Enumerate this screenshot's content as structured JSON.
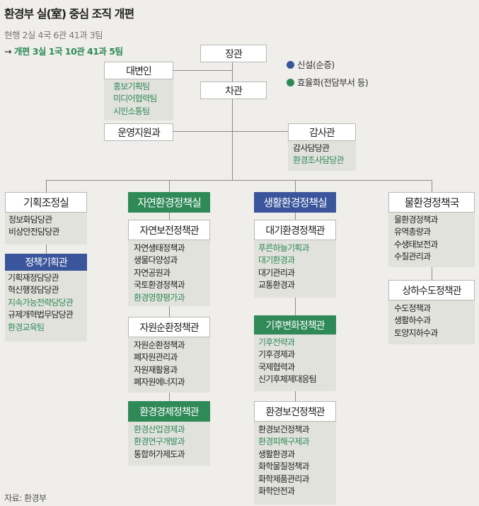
{
  "header": {
    "title": "환경부 실(室) 중심 조직 개편",
    "current": "현행 2실 4국 6관 41과 3팀",
    "arrow": "→",
    "reform": "개편 3실 1국 10관 41과 5팀"
  },
  "legend": [
    {
      "label": "신설(순증)",
      "color": "#3a559c"
    },
    {
      "label": "효율화(전담부서 등)",
      "color": "#2f8a57"
    }
  ],
  "top": {
    "minister": "장관",
    "vice_minister": "차관",
    "spokesperson": {
      "title": "대변인",
      "items": [
        "홍보기획팀",
        "미디어협력팀",
        "시민소통팀"
      ]
    },
    "operations": "운영지원과",
    "audit": {
      "title": "감사관",
      "items": [
        "감사담당관",
        "환경조사담당관"
      ]
    }
  },
  "columns": [
    {
      "units": [
        {
          "title": "기획조정실",
          "style": "plain",
          "items": [
            "정보화담당관",
            "비상안전담당관"
          ]
        },
        {
          "title": "정책기획관",
          "style": "blue",
          "items": [
            "기획재정담당관",
            "혁신행정담당관",
            "지속가능전략담당관",
            "규제개혁법무담당관",
            "환경교육팀"
          ]
        }
      ]
    },
    {
      "header": {
        "title": "자연환경정책실",
        "style": "green"
      },
      "units": [
        {
          "title": "자연보전정책관",
          "style": "plain",
          "items": [
            "자연생태정책과",
            "생물다양성과",
            "자연공원과",
            "국토환경정책과",
            "환경영향평가과"
          ]
        },
        {
          "title": "자원순환정책관",
          "style": "plain",
          "items": [
            "자원순환정책과",
            "폐자원관리과",
            "자원재활용과",
            "폐자원에너지과"
          ]
        },
        {
          "title": "환경경제정책관",
          "style": "green",
          "items": [
            "환경산업경제과",
            "환경연구개발과",
            "통합허가제도과"
          ]
        }
      ]
    },
    {
      "header": {
        "title": "생활환경정책실",
        "style": "blue"
      },
      "units": [
        {
          "title": "대기환경정책관",
          "style": "plain",
          "items": [
            "푸른하늘기획과",
            "대기환경과",
            "대기관리과",
            "교통환경과"
          ]
        },
        {
          "title": "기후변화정책관",
          "style": "green",
          "items": [
            "기후전략과",
            "기후경제과",
            "국제협력과",
            "신기후체제대응팀"
          ]
        },
        {
          "title": "환경보건정책관",
          "style": "plain",
          "items": [
            "환경보건정책과",
            "환경피해구제과",
            "생활환경과",
            "화학물질정책과",
            "화학제품관리과",
            "화학안전과"
          ]
        }
      ]
    },
    {
      "units": [
        {
          "title": "물환경정책국",
          "style": "plain",
          "items": [
            "물환경정책과",
            "유역총량과",
            "수생태보전과",
            "수질관리과"
          ]
        },
        {
          "title": "상하수도정책관",
          "style": "plain",
          "items": [
            "수도정책과",
            "생활하수과",
            "토양지하수과"
          ]
        }
      ]
    }
  ],
  "source": "자료: 환경부"
}
